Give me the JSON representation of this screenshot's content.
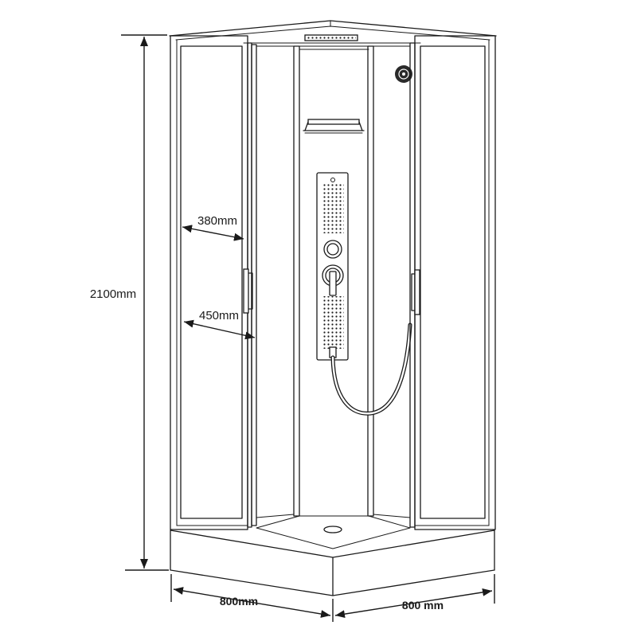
{
  "dimensions": {
    "height": "2100mm",
    "opening_upper": "380mm",
    "opening_lower": "450mm",
    "depth_left": "800mm",
    "depth_right": "800 mm"
  },
  "colors": {
    "line": "#1a1a1a",
    "background": "#ffffff"
  }
}
